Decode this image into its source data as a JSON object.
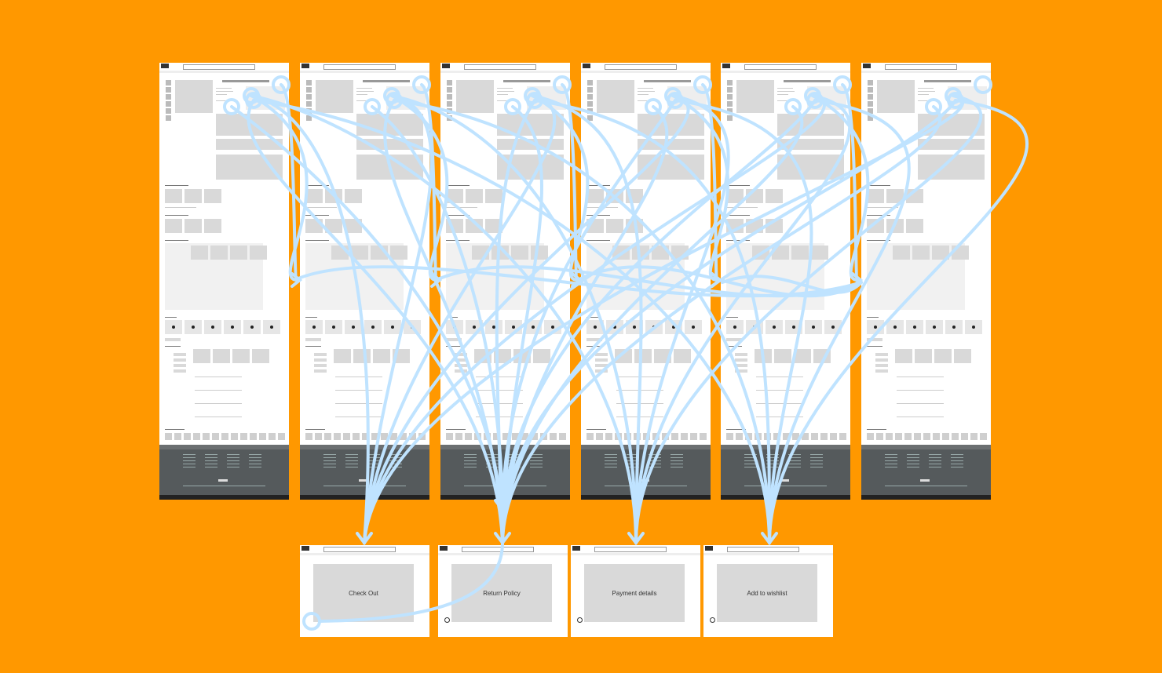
{
  "diagram": {
    "background_color": "#FF9800",
    "connector_color": "#BFE3FF",
    "screens": [
      {
        "id": "product-1"
      },
      {
        "id": "product-2"
      },
      {
        "id": "product-3"
      },
      {
        "id": "product-4"
      },
      {
        "id": "product-5"
      },
      {
        "id": "product-6"
      }
    ],
    "destinations": [
      {
        "id": "check-out",
        "label": "Check Out"
      },
      {
        "id": "return-policy",
        "label": "Return Policy"
      },
      {
        "id": "payment-details",
        "label": "Payment details"
      },
      {
        "id": "add-to-wishlist",
        "label": "Add to wishlist"
      }
    ]
  }
}
